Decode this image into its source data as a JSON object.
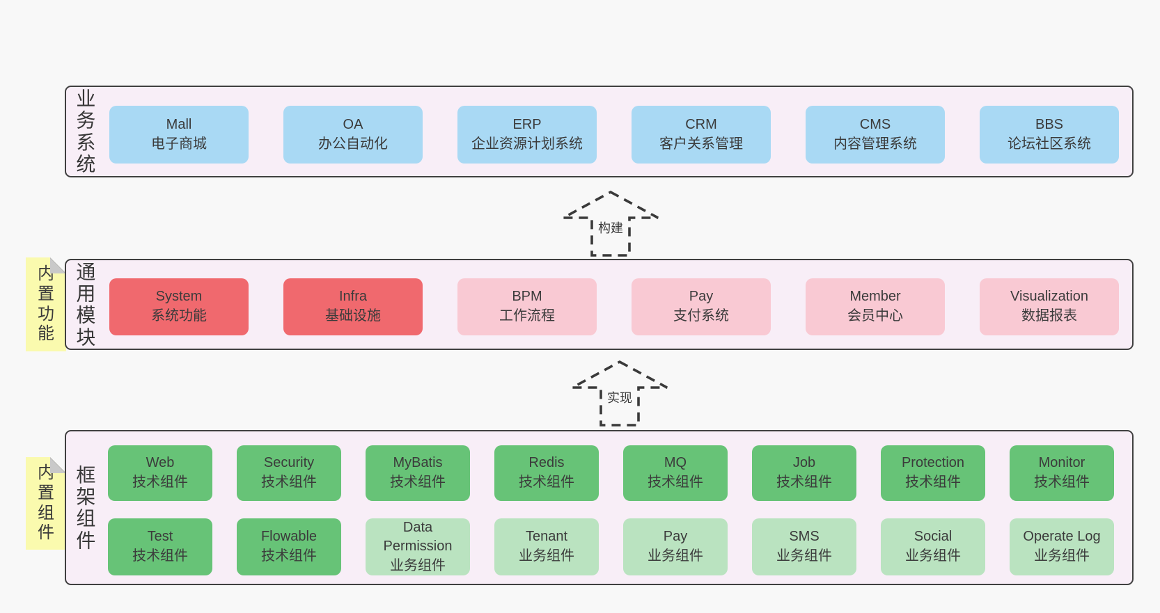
{
  "colors": {
    "page_bg": "#f8f8f8",
    "panel_bg": "#f8eef7",
    "panel_border": "#404040",
    "box_blue": "#a9d9f4",
    "box_red": "#f0696e",
    "box_pink": "#f9c9d3",
    "box_green": "#67c377",
    "box_green_light": "#bae3c0",
    "note_yellow": "#fafaae",
    "note_fold_gray": "#c9c9c9",
    "text": "#3b3b3b"
  },
  "arrows": [
    {
      "label": "构建"
    },
    {
      "label": "实现"
    }
  ],
  "panels": [
    {
      "side_label": "业务系统",
      "boxes": [
        {
          "name": "Mall",
          "desc": "电子商城",
          "variant": "blue"
        },
        {
          "name": "OA",
          "desc": "办公自动化",
          "variant": "blue"
        },
        {
          "name": "ERP",
          "desc": "企业资源计划系统",
          "variant": "blue"
        },
        {
          "name": "CRM",
          "desc": "客户关系管理",
          "variant": "blue"
        },
        {
          "name": "CMS",
          "desc": "内容管理系统",
          "variant": "blue"
        },
        {
          "name": "BBS",
          "desc": "论坛社区系统",
          "variant": "blue"
        }
      ]
    },
    {
      "side_label": "通用模块",
      "note": "内置功能",
      "boxes": [
        {
          "name": "System",
          "desc": "系统功能",
          "variant": "red"
        },
        {
          "name": "Infra",
          "desc": "基础设施",
          "variant": "red"
        },
        {
          "name": "BPM",
          "desc": "工作流程",
          "variant": "pink"
        },
        {
          "name": "Pay",
          "desc": "支付系统",
          "variant": "pink"
        },
        {
          "name": "Member",
          "desc": "会员中心",
          "variant": "pink"
        },
        {
          "name": "Visualization",
          "desc": "数据报表",
          "variant": "pink"
        }
      ]
    },
    {
      "side_label": "框架组件",
      "note": "内置组件",
      "boxes": [
        {
          "name": "Web",
          "desc": "技术组件",
          "variant": "green"
        },
        {
          "name": "Security",
          "desc": "技术组件",
          "variant": "green"
        },
        {
          "name": "MyBatis",
          "desc": "技术组件",
          "variant": "green"
        },
        {
          "name": "Redis",
          "desc": "技术组件",
          "variant": "green"
        },
        {
          "name": "MQ",
          "desc": "技术组件",
          "variant": "green"
        },
        {
          "name": "Job",
          "desc": "技术组件",
          "variant": "green"
        },
        {
          "name": "Protection",
          "desc": "技术组件",
          "variant": "green"
        },
        {
          "name": "Monitor",
          "desc": "技术组件",
          "variant": "green"
        },
        {
          "name": "Test",
          "desc": "技术组件",
          "variant": "green"
        },
        {
          "name": "Flowable",
          "desc": "技术组件",
          "variant": "green"
        },
        {
          "name": "Data Permission",
          "desc": "业务组件",
          "variant": "green-light"
        },
        {
          "name": "Tenant",
          "desc": "业务组件",
          "variant": "green-light"
        },
        {
          "name": "Pay",
          "desc": "业务组件",
          "variant": "green-light"
        },
        {
          "name": "SMS",
          "desc": "业务组件",
          "variant": "green-light"
        },
        {
          "name": "Social",
          "desc": "业务组件",
          "variant": "green-light"
        },
        {
          "name": "Operate Log",
          "desc": "业务组件",
          "variant": "green-light"
        }
      ]
    }
  ]
}
